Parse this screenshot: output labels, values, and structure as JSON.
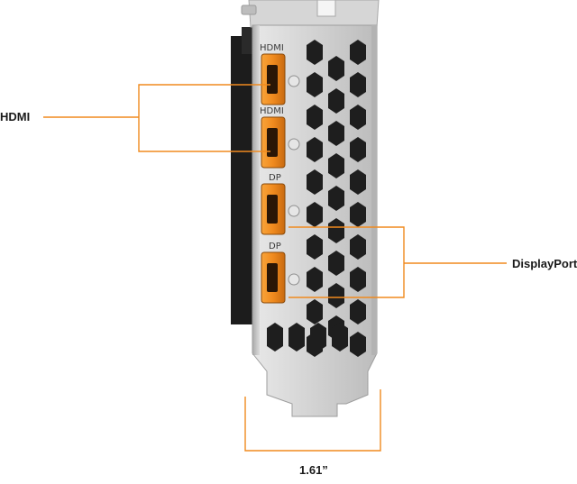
{
  "callouts": {
    "hdmi_label": "HDMI",
    "displayport_label": "DisplayPort",
    "width_label": "1.61”"
  },
  "bracket_ports": [
    {
      "text": "HDMI",
      "type": "hdmi"
    },
    {
      "text": "HDMI",
      "type": "hdmi"
    },
    {
      "text": "DP",
      "type": "dp"
    },
    {
      "text": "DP",
      "type": "dp"
    }
  ],
  "colors": {
    "accent": "#f08a1e",
    "bracket": "#c9c9c9",
    "port_orange": "#f7931e"
  }
}
